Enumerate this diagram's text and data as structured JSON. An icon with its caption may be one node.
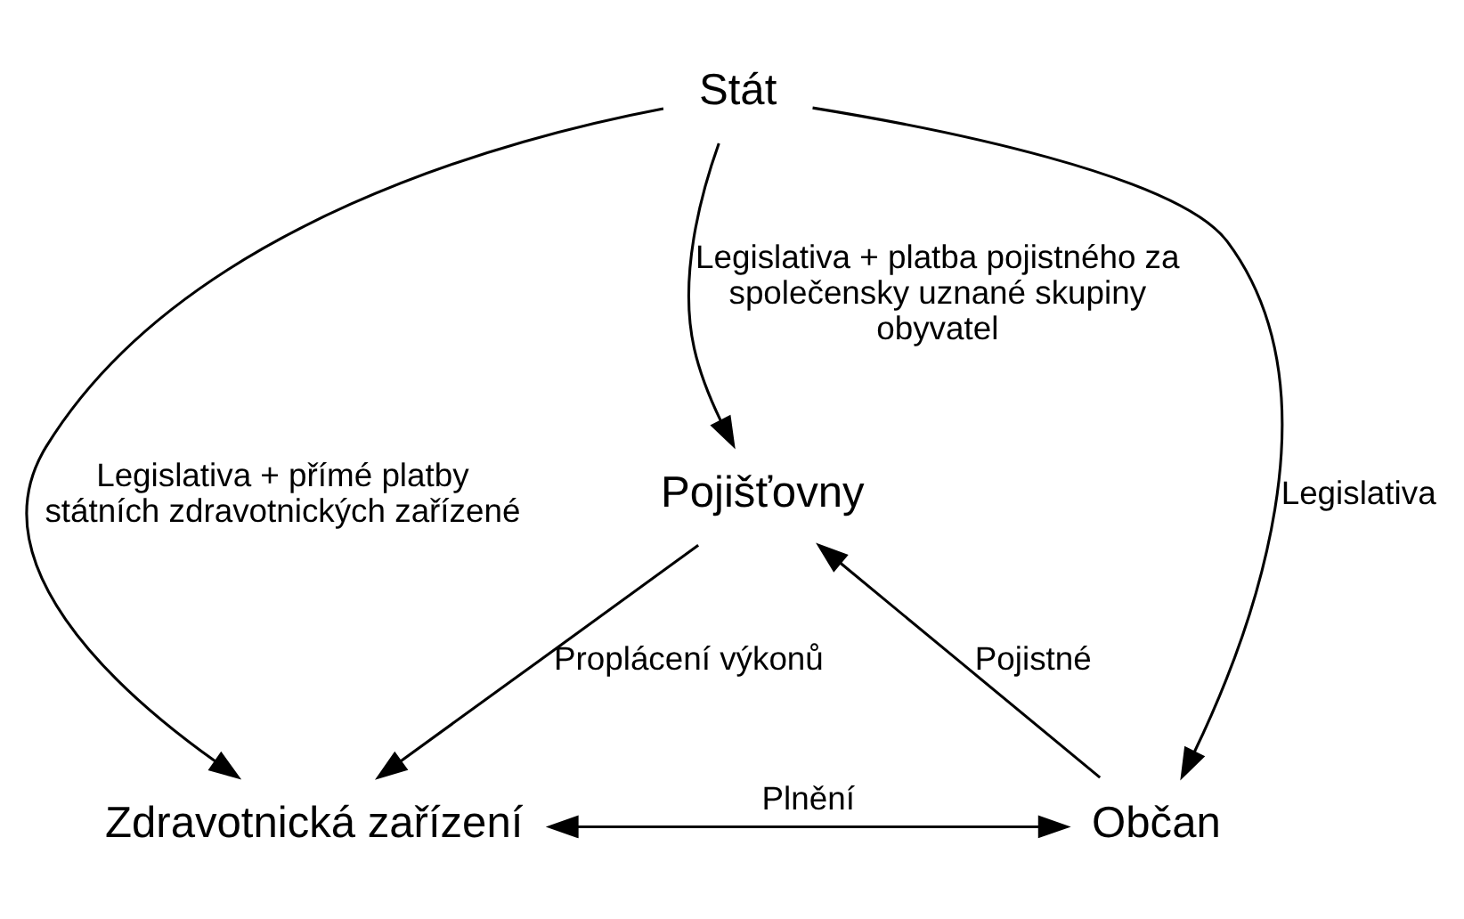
{
  "diagram": {
    "nodes": [
      {
        "text": [
          "Stát"
        ]
      },
      {
        "text": [
          "Pojišťovny"
        ]
      },
      {
        "text": [
          "Občan"
        ]
      },
      {
        "text": [
          "Zdravotnická zařízení"
        ]
      }
    ],
    "edges": [
      {
        "from": 0,
        "to": 1,
        "arrow": "to",
        "label": "Legislativa + platba pojistného za společensky uznané skupiny obyvatel"
      },
      {
        "from": 0,
        "to": 2,
        "arrow": "to",
        "label": "Legislativa"
      },
      {
        "from": 0,
        "to": 3,
        "arrow": "to",
        "label": "Legislativa + přímé platby státních zdravotnických zařízené"
      },
      {
        "from": 2,
        "to": 1,
        "arrow": "to",
        "label": "Pojistné"
      },
      {
        "from": 1,
        "to": 3,
        "arrow": "to",
        "label": "Proplácení výkonů"
      },
      {
        "from": 2,
        "to": 3,
        "arrow": "both",
        "label": "Plnění"
      }
    ]
  }
}
